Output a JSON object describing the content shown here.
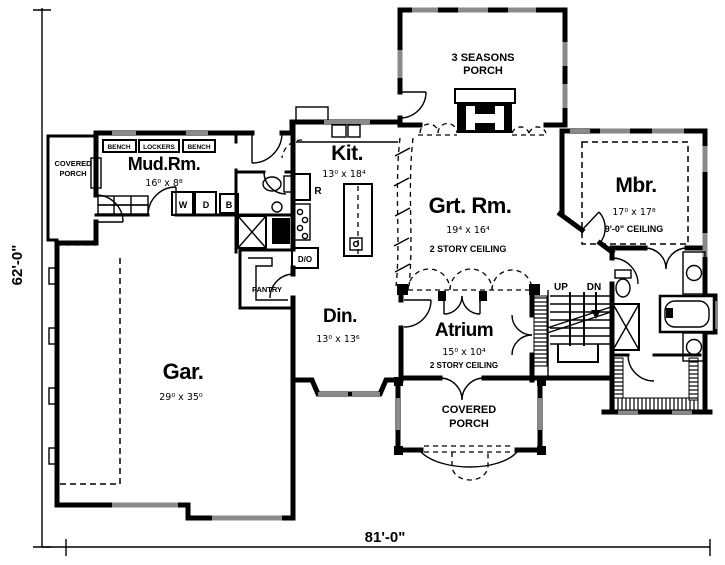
{
  "overall_dimensions": {
    "depth_left": "62'-0\"",
    "width_bottom": "81'-0\""
  },
  "rooms": {
    "seasons_porch": {
      "line1": "3 SEASONS",
      "line2": "PORCH"
    },
    "covered_porch_left": {
      "line1": "COVERED",
      "line2": "PORCH"
    },
    "covered_porch_bottom": {
      "line1": "COVERED",
      "line2": "PORCH"
    },
    "mud": {
      "name": "Mud.Rm.",
      "dims": "16⁰ x 8⁸"
    },
    "kitchen": {
      "name": "Kit.",
      "dims": "13⁰ x 18⁴"
    },
    "great": {
      "name": "Grt. Rm.",
      "dims": "19⁴ x 16⁴",
      "note": "2 STORY CEILING"
    },
    "master": {
      "name": "Mbr.",
      "dims": "17⁰ x 17⁸",
      "note": "9'-0\" CEILING"
    },
    "dining": {
      "name": "Din.",
      "dims": "13⁰ x 13⁶"
    },
    "atrium": {
      "name": "Atrium",
      "dims": "15⁰ x 10⁴",
      "note": "2 STORY CEILING"
    },
    "garage": {
      "name": "Gar.",
      "dims": "29⁰ x 35⁰"
    },
    "pantry": {
      "name": "PANTRY"
    }
  },
  "labels": {
    "bench_left": "BENCH",
    "lockers": "LOCKERS",
    "bench_right": "BENCH",
    "washer": "W",
    "dryer": "D",
    "bench_small": "B",
    "refrigerator": "R",
    "double_oven": "D/O",
    "stairs_up": "UP",
    "stairs_down": "DN"
  },
  "colors": {
    "wall": "#000000",
    "window_fill": "#8a8a8a",
    "paper": "#ffffff"
  }
}
